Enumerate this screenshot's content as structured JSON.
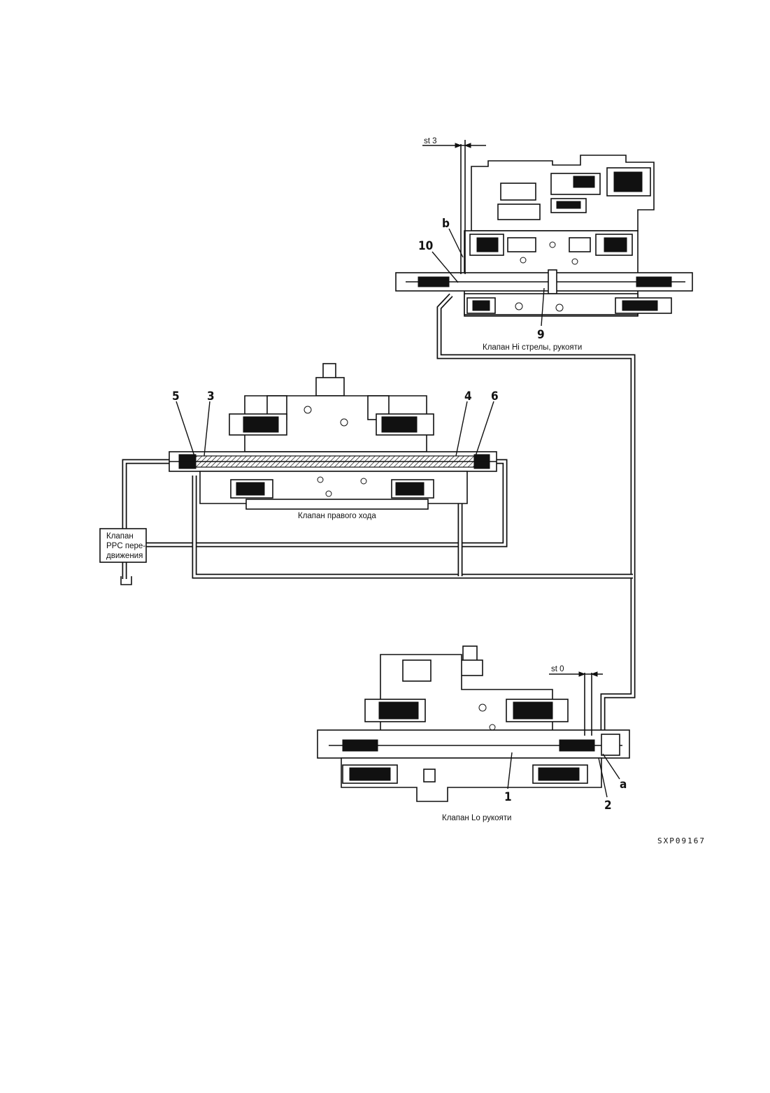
{
  "diagram": {
    "title": "",
    "figure_code": "SXP09167",
    "valves": {
      "top": {
        "label": "Клапан Hi стрелы, рукояти",
        "stroke_label": "st 3"
      },
      "middle": {
        "label": "Клапан правого хода"
      },
      "bottom": {
        "label": "Клапан Lo рукояти",
        "stroke_label": "st 0"
      }
    },
    "ppc_box": {
      "line1": "Клапан",
      "line2": "PPC пере-",
      "line3": "движения"
    },
    "callouts": {
      "c1": "1",
      "c2": "2",
      "c3": "3",
      "c4": "4",
      "c5": "5",
      "c6": "6",
      "c9": "9",
      "c10": "10",
      "ca": "a",
      "cb": "b"
    }
  },
  "colors": {
    "ink": "#111111",
    "paper": "#ffffff"
  }
}
